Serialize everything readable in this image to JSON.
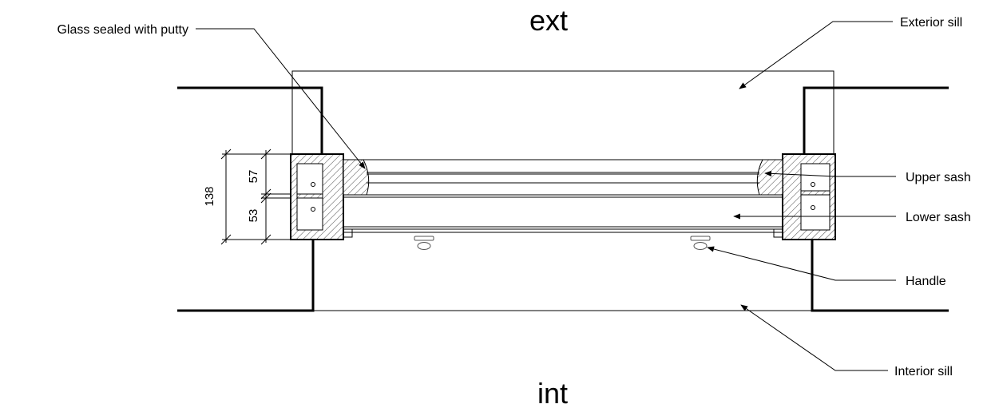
{
  "orientation": {
    "exterior": "ext",
    "interior": "int"
  },
  "labels": {
    "glass": "Glass sealed with putty",
    "exterior_sill": "Exterior sill",
    "upper_sash": "Upper sash",
    "lower_sash": "Lower sash",
    "handle": "Handle",
    "interior_sill": "Interior sill"
  },
  "dimensions": {
    "total": "138",
    "upper": "57",
    "lower": "53"
  }
}
